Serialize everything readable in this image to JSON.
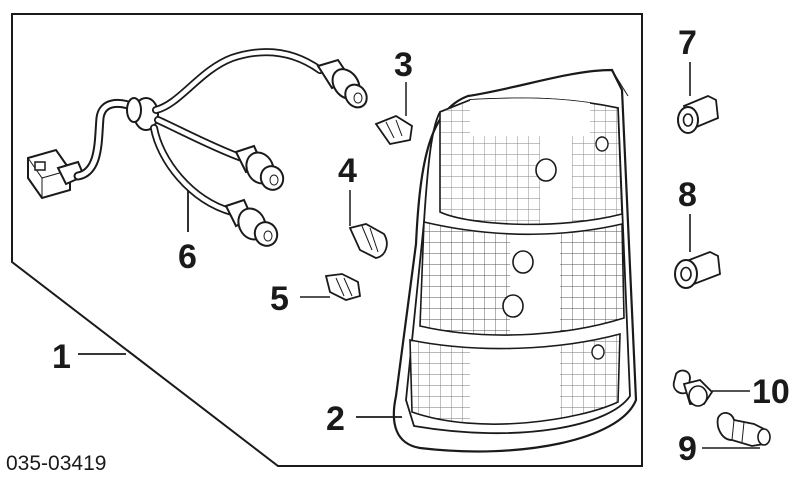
{
  "diagram": {
    "reference_code": "035-03419",
    "callouts": {
      "c1": "1",
      "c2": "2",
      "c3": "3",
      "c4": "4",
      "c5": "5",
      "c6": "6",
      "c7": "7",
      "c8": "8",
      "c9": "9",
      "c10": "10"
    }
  }
}
